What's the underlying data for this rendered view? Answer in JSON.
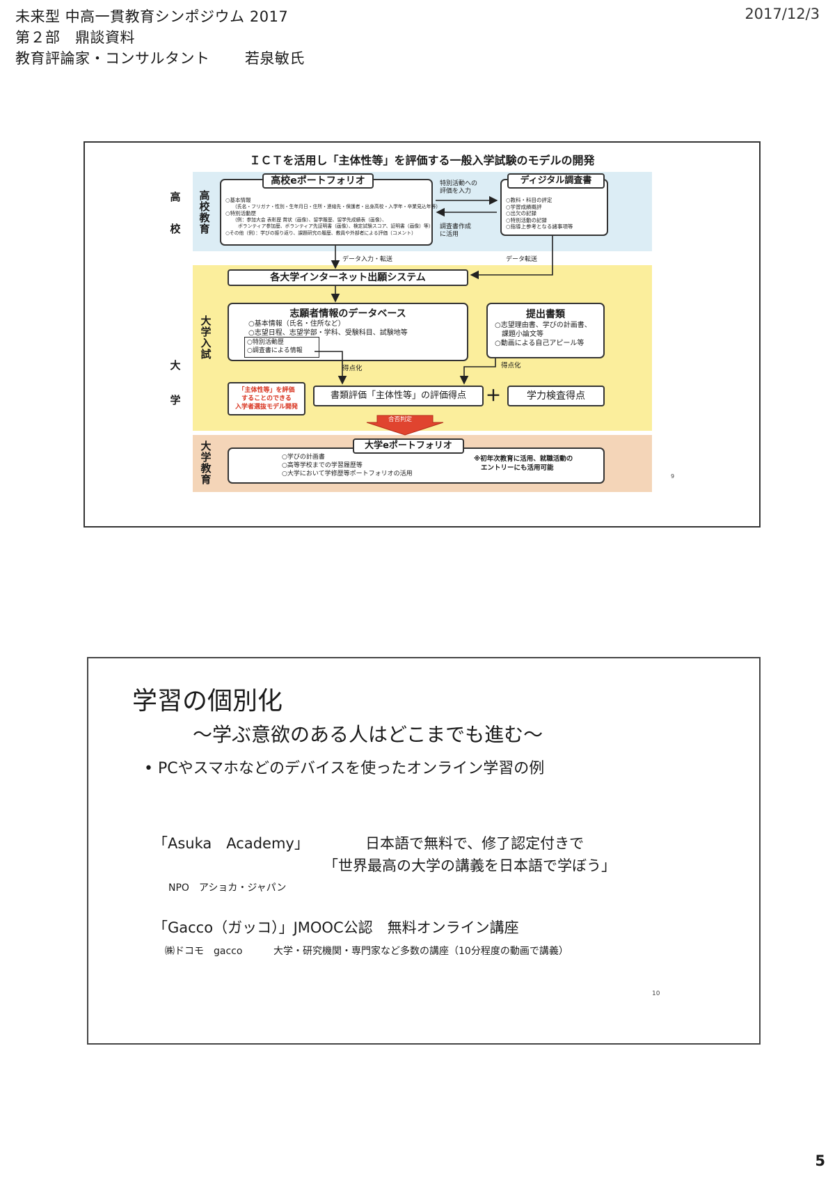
{
  "header": {
    "line1": "未来型 中高一貫教育シンポジウム 2017",
    "line2": "第２部　鼎談資料",
    "line3_role": "教育評論家・コンサルタント",
    "line3_name": "若泉敏氏",
    "date": "2017/12/3",
    "page_number": "5"
  },
  "slide1": {
    "title": "ＩＣＴを活用し「主体性等」を評価する一般入学試験のモデルの開発",
    "slide_number": "9",
    "high_school": {
      "side_label_outer": [
        "高",
        "校"
      ],
      "side_label_inner": "高校教育",
      "portfolio_title": "高校eポートフォリオ",
      "portfolio_items": [
        "○基本情報",
        "（氏名・フリガナ・性別・生年月日・住所・連絡先・保護者・出身高校・入学年・卒業見込年等）",
        "○特別活動歴",
        "（例：参加大会 表彰歴 賞状（画像）、留学履歴、留学先成績表（画像）、",
        "ボランティア参加歴、ボランティア先証明書（画像）、検定試験スコア、証明書（画像）等）",
        "○その他（例）：学びの振り返り、課題研究の履歴、教員や外部者による評価（コメント）"
      ],
      "arrow_top_label": [
        "特別活動への",
        "評価を入力"
      ],
      "arrow_bottom_label": [
        "調査書作成",
        "に活用"
      ],
      "digital_title": "ディジタル調査書",
      "digital_items": [
        "○教科・科目の評定",
        "○学習成績概評",
        "○出欠の記録",
        "○特別活動の記録",
        "○指導上参考となる諸事項等"
      ]
    },
    "transfer_left": "データ入力・転送",
    "transfer_right": "データ転送",
    "university": {
      "side_label_outer": [
        "大",
        "学"
      ],
      "side_label_inner": "大学入試",
      "system_title": "各大学インターネット出願システム",
      "db_title": "志願者情報のデータベース",
      "db_items": [
        "○基本情報（氏名・住所など）",
        "○志望日程、志望学部・学科、受験科目、試験地等"
      ],
      "db_sub_items": [
        "○特別活動歴",
        "○調査書による情報"
      ],
      "docs_title": "提出書類",
      "docs_items": [
        "○志望理由書、学びの計画書、",
        "課題小論文等",
        "○動画による自己アピール等"
      ],
      "scoring_left": "得点化",
      "scoring_right": "得点化",
      "model_label": [
        "「主体性等」を評価",
        "することのできる",
        "入学者選抜モデル開発"
      ],
      "eval_score": "書類評価「主体性等」の評価得点",
      "plus": "＋",
      "test_score": "学力検査得点",
      "decision": "合否判定"
    },
    "university_education": {
      "side_label": "大学教育",
      "portfolio_title": "大学eポートフォリオ",
      "items": [
        "○学びの計画書",
        "○高等学校までの学習履歴等",
        "○大学において学修歴等ポートフォリオの活用"
      ],
      "note": [
        "※初年次教育に活用、就職活動の",
        "エントリーにも活用可能"
      ]
    }
  },
  "slide2": {
    "title": "学習の個別化",
    "subtitle": "～学ぶ意欲のある人はどこまでも進む～",
    "bullet": "PCやスマホなどのデバイスを使ったオンライン学習の例",
    "example1": {
      "name": "「Asuka　Academy」",
      "desc1": "日本語で無料で、修了認定付きで",
      "desc2": "「世界最高の大学の講義を日本語で学ぼう」",
      "org": "NPO　アショカ・ジャパン"
    },
    "example2": {
      "name": "「Gacco（ガッコ）」JMOOC公認　無料オンライン講座",
      "org": "㈱ドコモ　gacco",
      "desc": "大学・研究機関・専門家など多数の講座（10分程度の動画で講義）"
    },
    "slide_number": "10"
  },
  "colors": {
    "band_blue": "#dcedf5",
    "band_yellow": "#fbee9c",
    "band_orange": "#f4d5b8",
    "red_text": "#d8321e",
    "decision_red": "#e0442f",
    "ink": "#1a1a1a"
  }
}
